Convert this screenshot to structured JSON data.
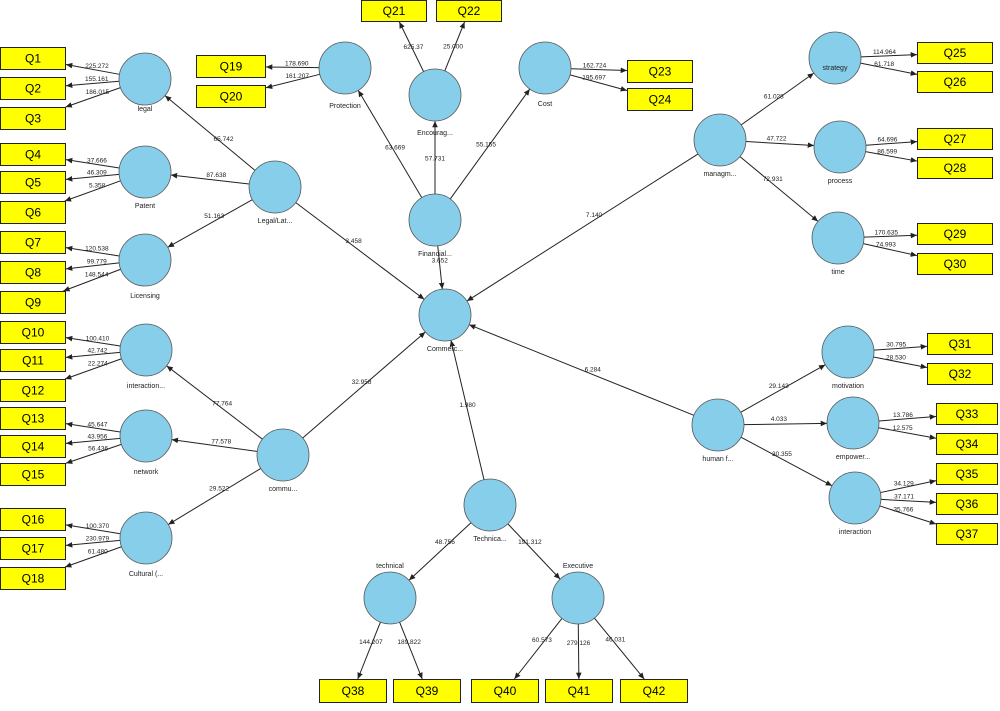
{
  "diagram": {
    "latents": {
      "legal": "legal",
      "patent": "Patent",
      "licensing": "Licensing",
      "legal_main": "Legal/Lat...",
      "protection": "Protection",
      "encouragement": "Encourag...",
      "cost": "Cost",
      "financial": "Financial...",
      "strategy": "strategy",
      "process": "process",
      "time": "time",
      "management": "managm...",
      "commercialization": "Commerc...",
      "interaction_c": "interaction...",
      "network": "network",
      "cultural": "Cultural (...",
      "communication": "commu...",
      "motivation": "motivation",
      "empowerment": "empower...",
      "interaction_h": "interaction",
      "human": "human f...",
      "technical": "Technica...",
      "technical_sub": "technical",
      "executive": "Executive"
    },
    "indicators": {
      "Q1": "Q1",
      "Q2": "Q2",
      "Q3": "Q3",
      "Q4": "Q4",
      "Q5": "Q5",
      "Q6": "Q6",
      "Q7": "Q7",
      "Q8": "Q8",
      "Q9": "Q9",
      "Q10": "Q10",
      "Q11": "Q11",
      "Q12": "Q12",
      "Q13": "Q13",
      "Q14": "Q14",
      "Q15": "Q15",
      "Q16": "Q16",
      "Q17": "Q17",
      "Q18": "Q18",
      "Q19": "Q19",
      "Q20": "Q20",
      "Q21": "Q21",
      "Q22": "Q22",
      "Q23": "Q23",
      "Q24": "Q24",
      "Q25": "Q25",
      "Q26": "Q26",
      "Q27": "Q27",
      "Q28": "Q28",
      "Q29": "Q29",
      "Q30": "Q30",
      "Q31": "Q31",
      "Q32": "Q32",
      "Q33": "Q33",
      "Q34": "Q34",
      "Q35": "Q35",
      "Q36": "Q36",
      "Q37": "Q37",
      "Q38": "Q38",
      "Q39": "Q39",
      "Q40": "Q40",
      "Q41": "Q41",
      "Q42": "Q42"
    },
    "path_coefficients": {
      "legal_main_to_legal": "65.742",
      "legal_main_to_patent": "87.638",
      "legal_main_to_licensing": "51.163",
      "legal_main_to_commerc": "3.458",
      "financial_to_protection": "63.669",
      "financial_to_encouragement": "57.731",
      "financial_to_cost": "55.155",
      "financial_to_commerc": "3.652",
      "management_to_strategy": "61.028",
      "management_to_process": "47.722",
      "management_to_time": "72.931",
      "management_to_commerc": "7.140",
      "human_to_motivation": "29.143",
      "human_to_empowerment": "4.033",
      "human_to_interaction": "30.355",
      "human_to_commerc": "6.284",
      "communication_to_interaction": "77.764",
      "communication_to_network": "77.578",
      "communication_to_cultural": "29.522",
      "communication_to_commerc": "32.958",
      "technical_to_commerc": "1.980",
      "technical_to_technical_sub": "48.756",
      "technical_to_executive": "191.312"
    },
    "loadings": {
      "Q1": "225.272",
      "Q2": "155.161",
      "Q3": "186.015",
      "Q4": "37.666",
      "Q5": "46.309",
      "Q6": "5.358",
      "Q7": "120.538",
      "Q8": "99.779",
      "Q9": "148.544",
      "Q10": "100.410",
      "Q11": "42.742",
      "Q12": "22.274",
      "Q13": "45.647",
      "Q14": "43.956",
      "Q15": "56.436",
      "Q16": "100.370",
      "Q17": "230.979",
      "Q18": "61.480",
      "Q19": "178.690",
      "Q20": "161.207",
      "Q21": "625.37",
      "Q22": "25.000",
      "Q23": "162.724",
      "Q24": "195.697",
      "Q25": "114.964",
      "Q26": "61.718",
      "Q27": "64.696",
      "Q28": "86.599",
      "Q29": "170.635",
      "Q30": "74.993",
      "Q31": "30.795",
      "Q32": "28.530",
      "Q33": "13.786",
      "Q34": "12.575",
      "Q35": "34.129",
      "Q36": "37.171",
      "Q37": "35.766",
      "Q38": "144.207",
      "Q39": "189.822",
      "Q40": "60.573",
      "Q41": "279.126",
      "Q42": "46.031"
    }
  }
}
